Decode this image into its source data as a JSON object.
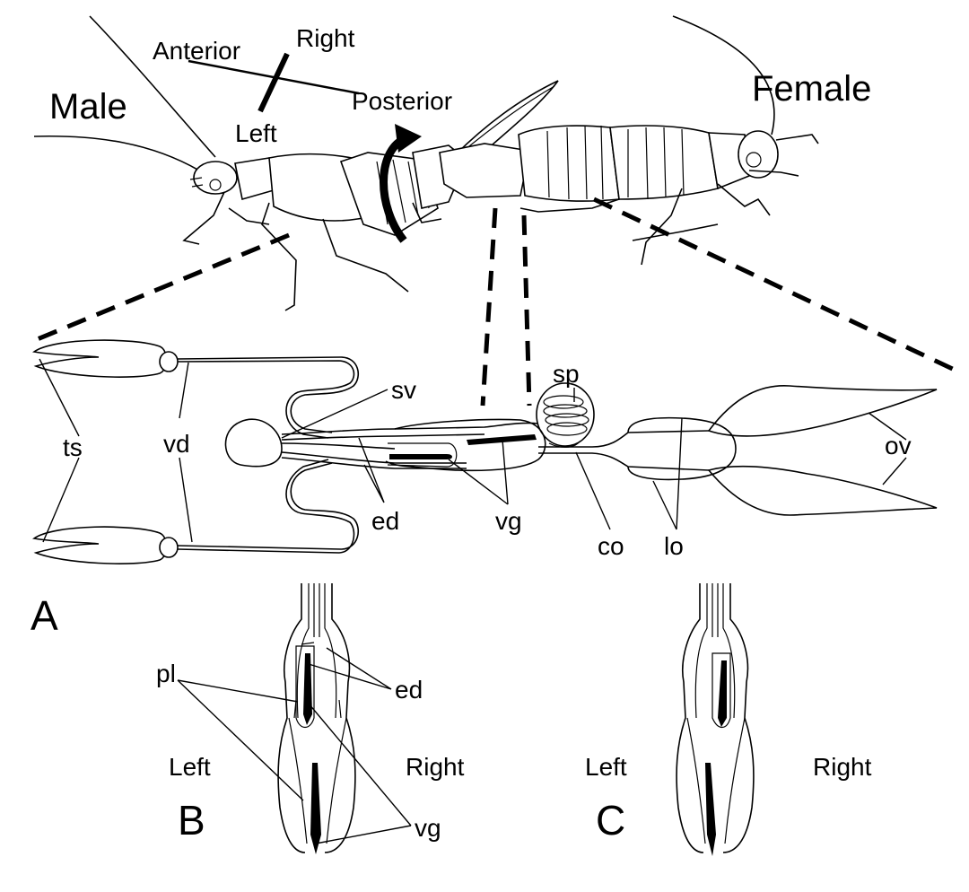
{
  "orientation": {
    "anterior": "Anterior",
    "posterior": "Posterior",
    "right": "Right",
    "left": "Left"
  },
  "sex_labels": {
    "male": "Male",
    "female": "Female"
  },
  "panel_a": {
    "letter": "A",
    "labels": {
      "ts": "ts",
      "vd": "vd",
      "sv": "sv",
      "ed": "ed",
      "vg": "vg",
      "sp": "sp",
      "co": "co",
      "lo": "lo",
      "ov": "ov"
    }
  },
  "panel_b": {
    "letter": "B",
    "left": "Left",
    "right": "Right",
    "labels": {
      "ed": "ed",
      "pl": "pl",
      "vg": "vg"
    }
  },
  "panel_c": {
    "letter": "C",
    "left": "Left",
    "right": "Right"
  }
}
